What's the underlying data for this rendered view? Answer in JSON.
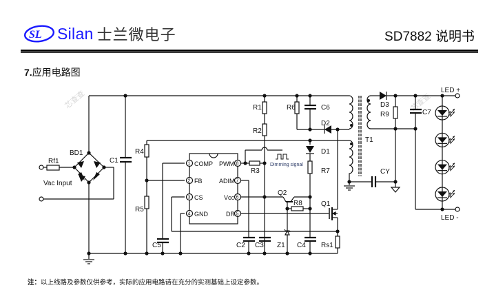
{
  "header": {
    "brand": "Silan",
    "company_cn": "士兰微电子",
    "doc_title": "SD7882 说明书",
    "brand_color": "#1a1aff"
  },
  "section": {
    "number": "7.",
    "title": "应用电路图"
  },
  "schematic": {
    "watermark": "芯查查",
    "input_label": "Vac Input",
    "ic_pins_left": [
      {
        "num": "1",
        "name": "COMP"
      },
      {
        "num": "2",
        "name": "FB"
      },
      {
        "num": "3",
        "name": "CS"
      },
      {
        "num": "4",
        "name": "GND"
      }
    ],
    "ic_pins_right": [
      {
        "num": "8",
        "name": "PWM"
      },
      {
        "num": "7",
        "name": "ADIM"
      },
      {
        "num": "6",
        "name": "Vcc"
      },
      {
        "num": "5",
        "name": "DR"
      }
    ],
    "dimming_label": "Dimming signal",
    "components": {
      "rf1": "Rf1",
      "bd1": "BD1",
      "c1": "C1",
      "r4": "R4",
      "r5": "R5",
      "c5": "C5",
      "r1": "R1",
      "r2": "R2",
      "r3": "R3",
      "r6": "R6",
      "c6": "C6",
      "d2": "D2",
      "d1": "D1",
      "r7": "R7",
      "q2": "Q2",
      "r8": "R8",
      "q1": "Q1",
      "c2": "C2",
      "c3": "C3",
      "z1": "Z1",
      "c4": "C4",
      "rs1": "Rs1",
      "t1": "T1",
      "d3": "D3",
      "r9": "R9",
      "c7": "C7",
      "cy": "CY"
    },
    "led_plus": "LED +",
    "led_minus": "LED -",
    "led_count": 4
  },
  "footer": {
    "note_prefix": "注：",
    "note_text": "以上线路及参数仅供参考，实际的应用电路请在充分的实测基础上设定参数。"
  }
}
